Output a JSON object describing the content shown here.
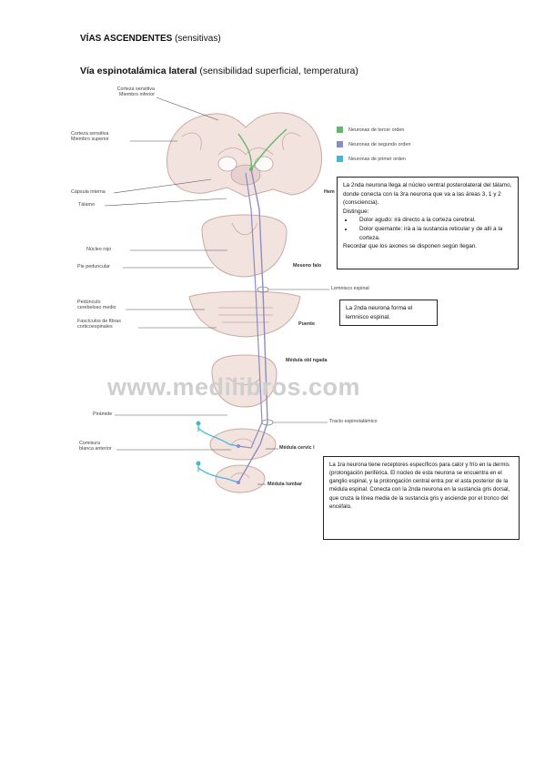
{
  "heading": {
    "main_bold": "VÍAS ASCENDENTES",
    "main_rest": " (sensitivas)"
  },
  "subheading": {
    "bold": "Vía espinotalámica lateral",
    "rest": " (sensibilidad superficial, temperatura)"
  },
  "figure": {
    "labels_left": {
      "corteza_ms_inf": "Corteza sensitiva\nMiembro inferior",
      "corteza_ms_sup": "Corteza sensitiva\nMiembro superior",
      "capsula": "Cápsula interna",
      "talamo": "Tálamo",
      "nucleo_rojo": "Núcleo rojo",
      "pie_peduncular": "Pie peduncular",
      "pedunculo": "Pedúnculo\ncerebeloso medio",
      "fasciculos": "Fascículos de fibras\ncorticoespinales",
      "piramide": "Pirámide",
      "comisura": "Comisura\nblanca anterior"
    },
    "labels_right": {
      "hemisferio": "Hem",
      "mesencefalo": "Meseno falo",
      "lemnisco": "Lemnisco espinal",
      "puente": "Puente",
      "medula_obl": "Médula obl ngada",
      "tracto": "Tracto espinotalámico",
      "medula_cerv": "Médula cervic l",
      "medula_lumbar": "Médula lumbar"
    },
    "legend": [
      {
        "label": "Neuronas de tercer orden",
        "color": "#5fb86b"
      },
      {
        "label": "Neuronas de segundo orden",
        "color": "#8c8cc4"
      },
      {
        "label": "Neuronas de primer orden",
        "color": "#45b6d6"
      }
    ],
    "watermark": "www.medilibros.com"
  },
  "notes": {
    "note1": {
      "p1": "La 2nda neurona llega al núcleo ventral posterolateral del tálamo, donde conecta con la 3ra neurona que va a las áreas 3, 1 y 2 (consciencia).",
      "p2": "Distingue:",
      "b1": "Dolor agudo: irá directo a la corteza cerebral.",
      "b2": "Dolor quemante: irá a la sustancia reticular y de allí a la corteza.",
      "p3": "Recordar que los axones se disponen según llegan."
    },
    "note2": {
      "p1": "La 2nda neurona forma el lemnisco espinal."
    },
    "note3": {
      "p1": "La 1ra neurona tiene receptores específicos para calor y frío en la dermis (prolongación periférica. El núcleo de esta neurona se encuentra en el ganglio espinal, y la prolongación central entra por el asta posterior de la médula espinal. Conecta con la 2nda neurona en la sustancia gris dorsal, que cruza la línea media de la sustancia gris y asciende por el tronco del encéfalo."
    }
  }
}
